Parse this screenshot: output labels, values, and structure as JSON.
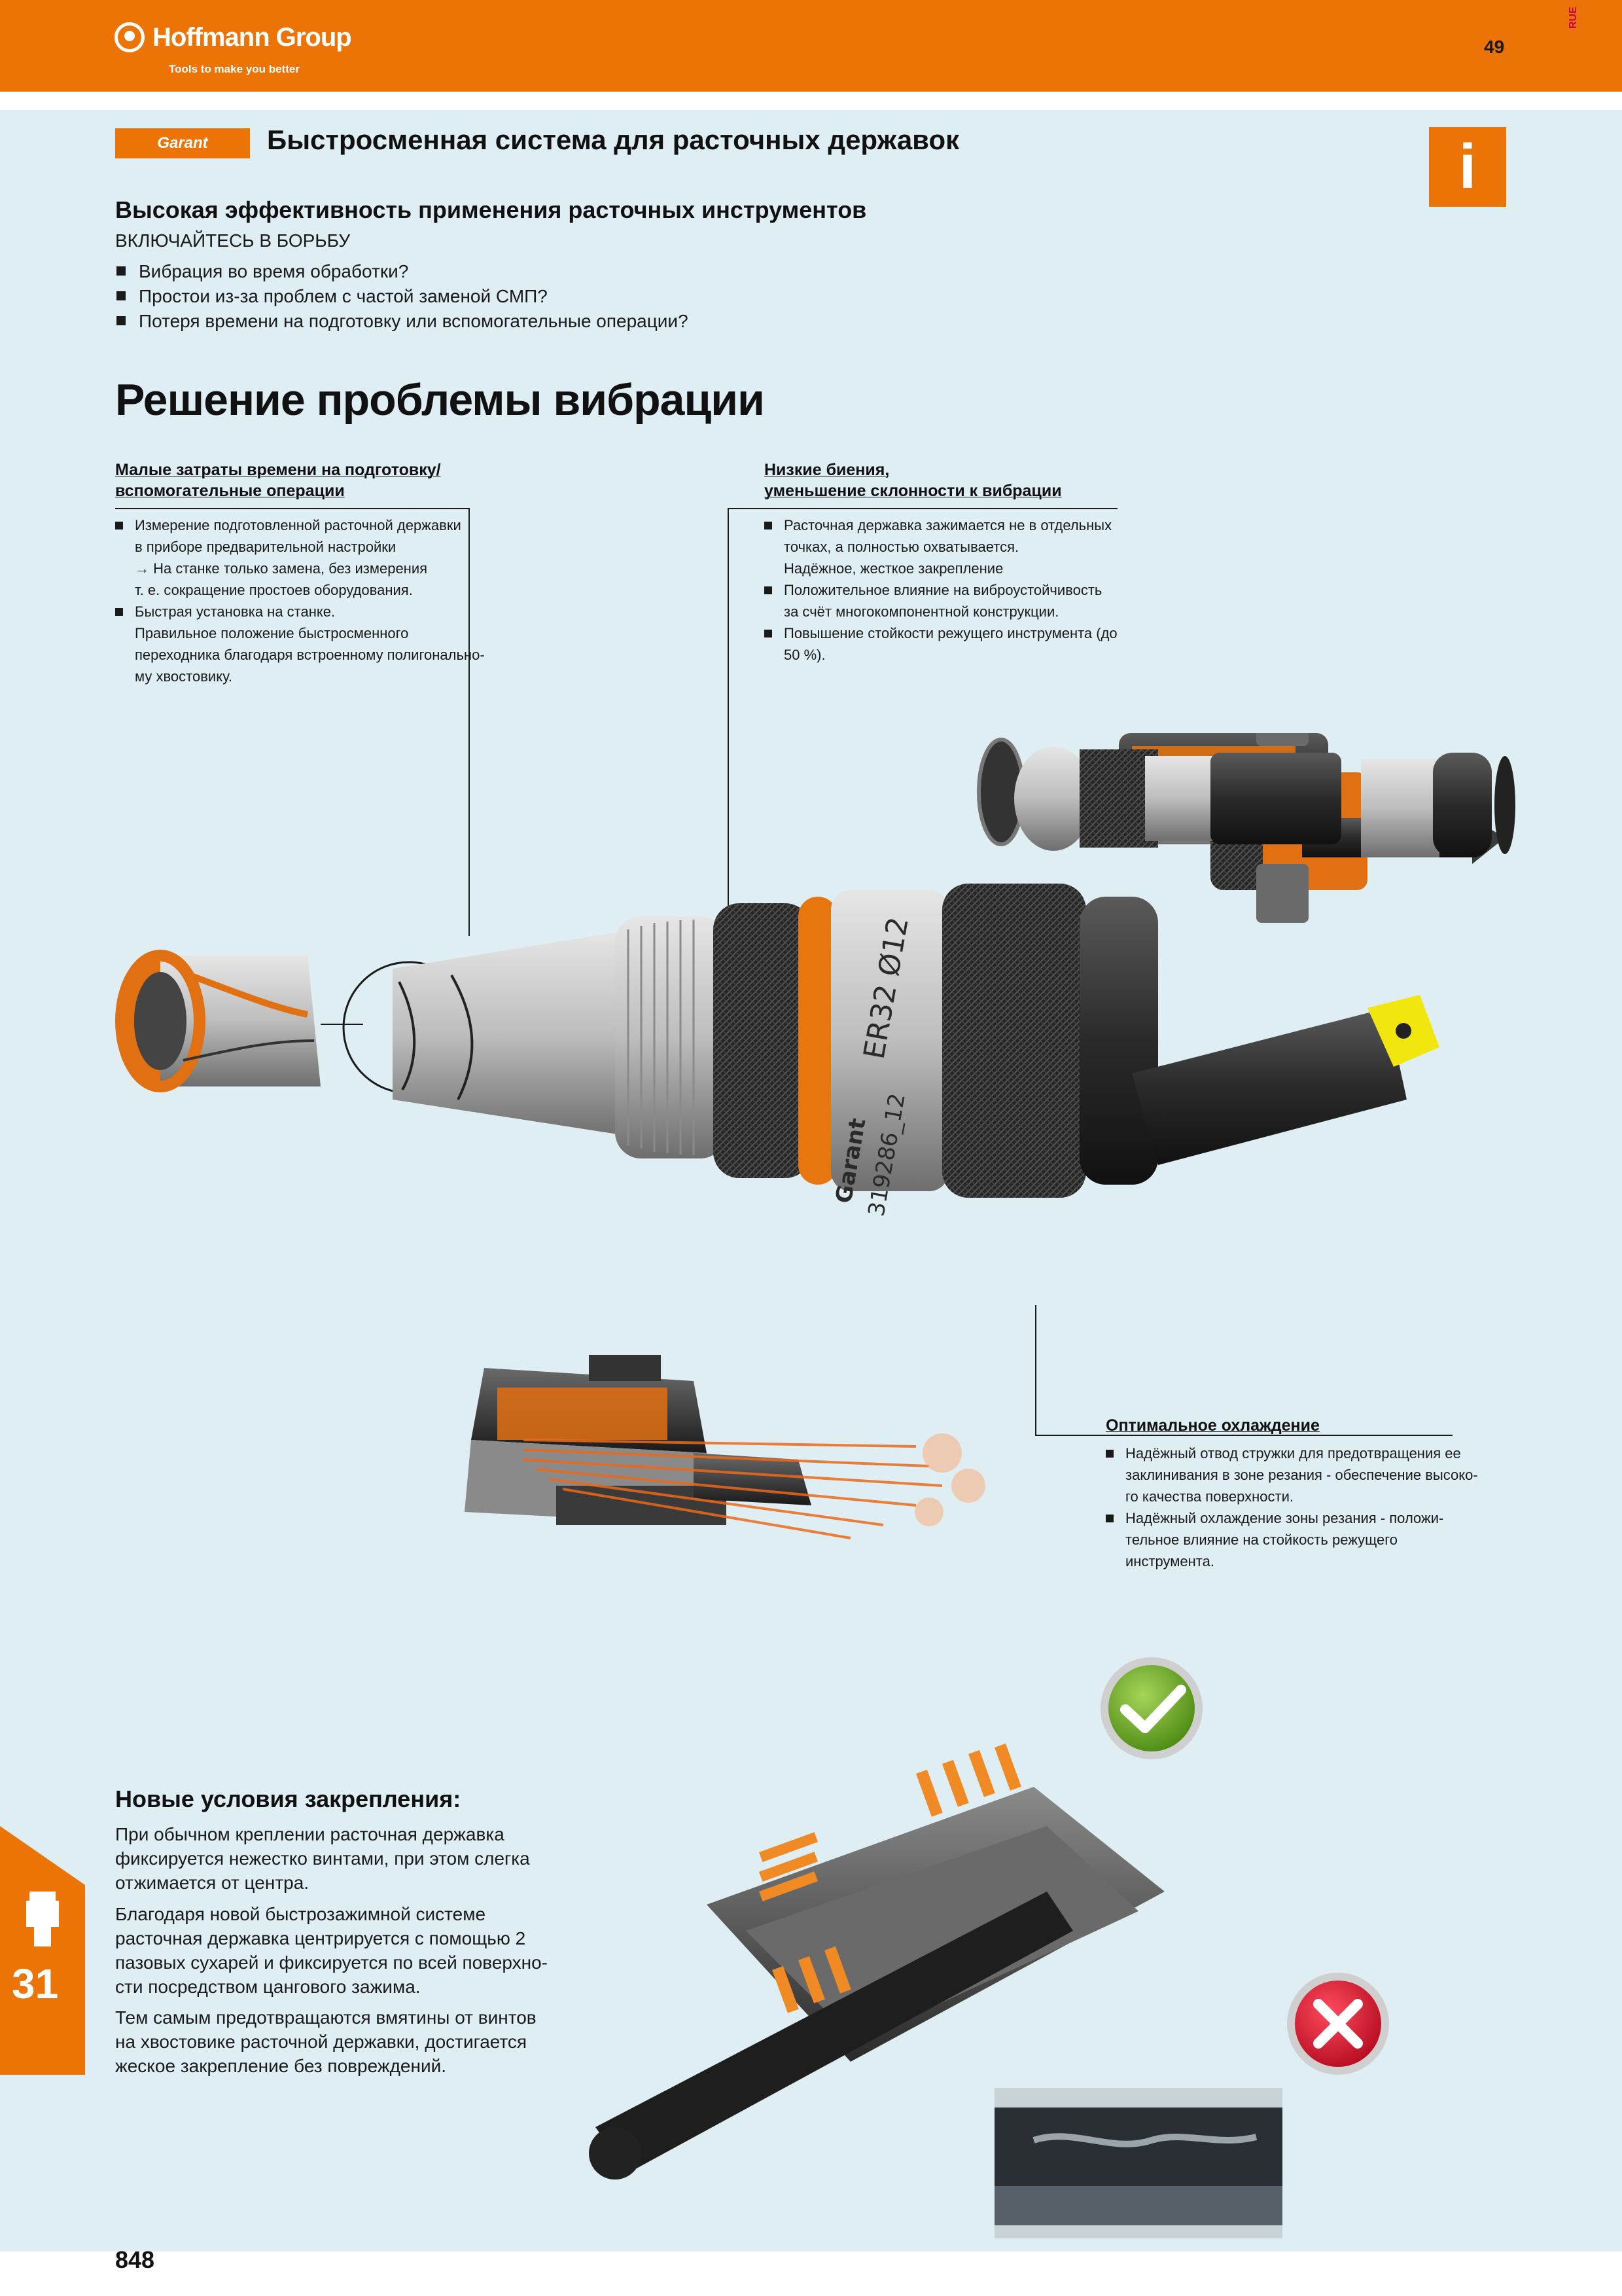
{
  "header": {
    "brand_name": "Hoffmann Group",
    "brand_tagline": "Tools to make you better",
    "page_number": "49",
    "language_code": "RUE"
  },
  "section": {
    "badge": "Garant",
    "title": "Быстросменная система для расточных державок",
    "info_icon": "i"
  },
  "intro": {
    "heading": "Высокая эффективность применения расточных инструментов",
    "subheading": "ВКЛЮЧАЙТЕСЬ В БОРЬБУ",
    "items": [
      "Вибрация во время обработки?",
      "Простои из-за проблем с частой заменой СМП?",
      "Потеря времени на подготовку или вспомогательные операции?"
    ]
  },
  "main_title": "Решение проблемы вибрации",
  "block_left": {
    "title_line1": "Малые затраты времени на подготовку/",
    "title_line2": "вспомогательные операции",
    "items": [
      "Измерение подготовленной расточной державки",
      "в приборе предварительной настройки",
      "→ На станке только замена, без измерения",
      "т. е. сокращение простоев оборудования.",
      "Быстрая установка на станке.",
      "Правильное положение быстросменного",
      "переходника благодаря встроенному полигонально-",
      "му хвостовику."
    ]
  },
  "block_right": {
    "title_line1": "Низкие биения,",
    "title_line2": "уменьшение склонности к вибрации",
    "items": [
      "Расточная державка зажимается не в отдельных",
      "точках, а полностью охватывается.",
      "Надёжное, жесткое закрепление",
      "Положительное влияние на виброустойчивость",
      "за счёт многокомпонентной конструкции.",
      "Повышение стойкости режущего инструмента (до",
      "50 %)."
    ]
  },
  "block_cooling": {
    "title": "Оптимальное охлаждение",
    "items": [
      "Надёжный отвод стружки для предотвращения ее",
      "заклинивания в зоне резания - обеспечение высоко-",
      "го качества поверхности.",
      "Надёжный охлаждение зоны резания - положи-",
      "тельное влияние на стойкость режущего",
      "инструмента."
    ]
  },
  "tool_labels": {
    "collet": "ER32 Ø12",
    "brand": "Garant",
    "article": "319286_12"
  },
  "clamping": {
    "heading": "Новые условия закрепления:",
    "para1": [
      "При обычном креплении расточная державка",
      "фиксируется нежестко винтами, при этом слегка",
      "отжимается от центра."
    ],
    "para2": [
      "Благодаря новой быстрозажимной системе",
      "расточная державка центрируется с помощью 2",
      "пазовых сухарей и фиксируется по всей поверхно-",
      "сти посредством цангового зажима."
    ],
    "para3": [
      "Тем самым предотвращаются вмятины от винтов",
      "на хвостовике расточной державки, достигается",
      "жеское закрепление без повреждений."
    ]
  },
  "chapter": {
    "number": "31"
  },
  "footer": {
    "page_number": "848"
  },
  "colors": {
    "accent": "#ec7406",
    "background": "#dfeef2",
    "ok": "#6aa61b",
    "bad": "#d6132a"
  }
}
